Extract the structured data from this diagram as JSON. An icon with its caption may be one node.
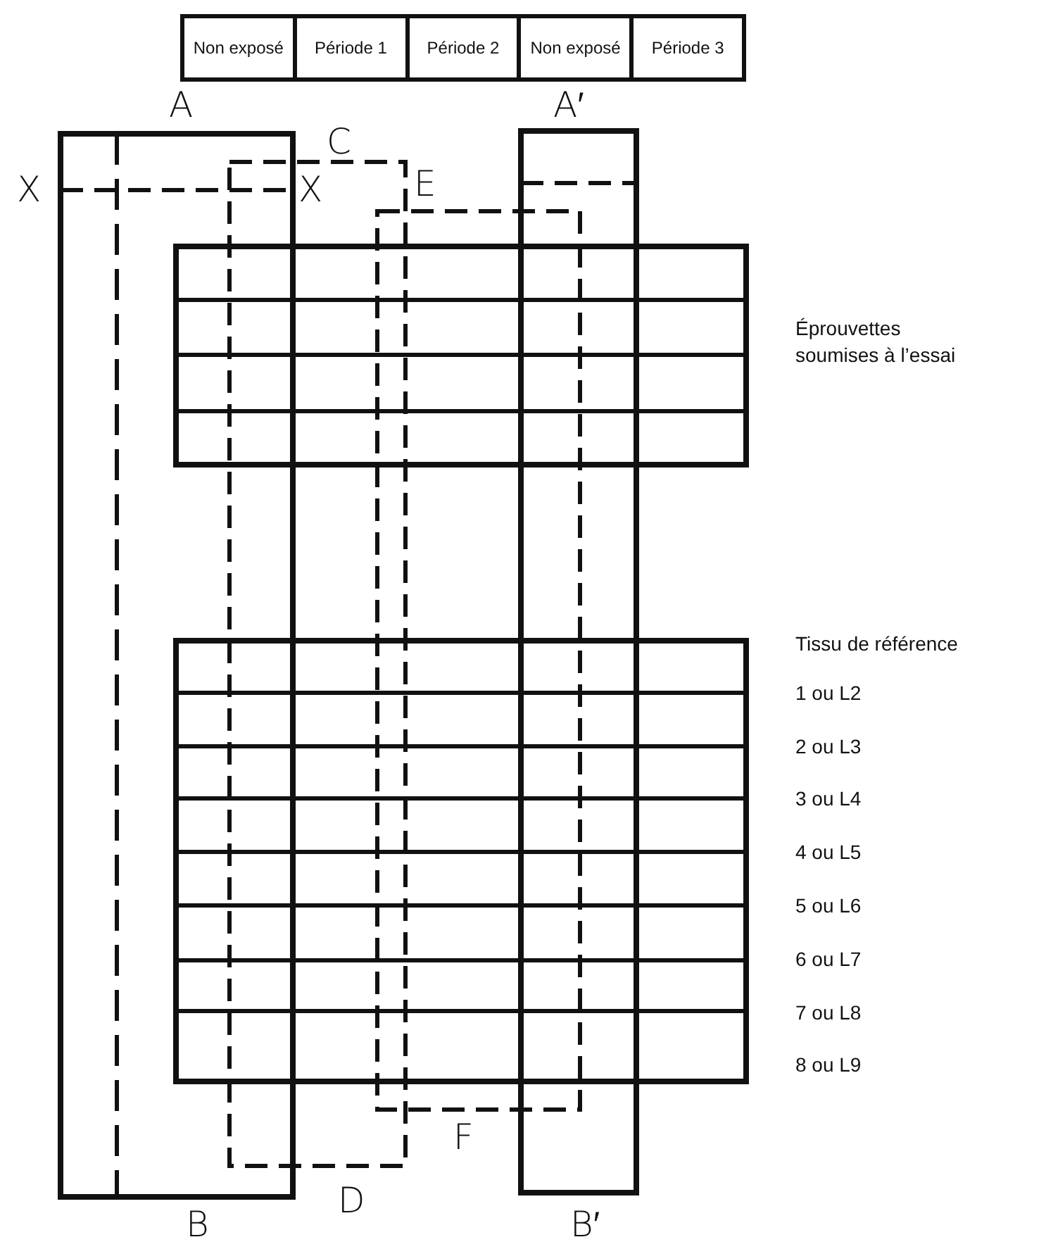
{
  "diagram": {
    "nodes": [
      {
        "text": [
          "Non exposé"
        ]
      },
      {
        "text": [
          "Période 1"
        ]
      },
      {
        "text": [
          "Période 2"
        ]
      },
      {
        "text": [
          "Non exposé"
        ]
      },
      {
        "text": [
          "Période 3"
        ]
      }
    ],
    "labels": [
      "A",
      "A′",
      "C",
      "X",
      "X",
      "E",
      "Éprouvettes soumises à l’essai",
      "Tissu de référence",
      "1 ou L2",
      "2 ou L3",
      "3 ou L4",
      "4 ou L5",
      "5 ou L6",
      "6 ou L7",
      "7 ou L8",
      "8 ou L9",
      "F",
      "D",
      "B",
      "B′"
    ]
  }
}
